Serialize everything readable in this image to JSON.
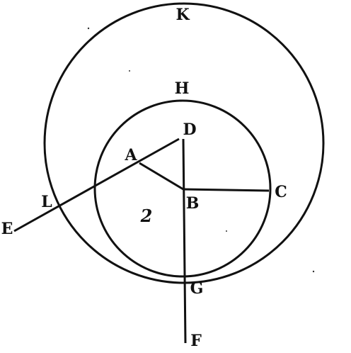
{
  "diagram": {
    "labels": {
      "K": "K",
      "H": "H",
      "D": "D",
      "A": "A",
      "C": "C",
      "L": "L",
      "B": "B",
      "E": "E",
      "G": "G",
      "F": "F",
      "region": "2"
    },
    "colors": {
      "ink": "#111111",
      "paper": "#ffffff"
    }
  }
}
